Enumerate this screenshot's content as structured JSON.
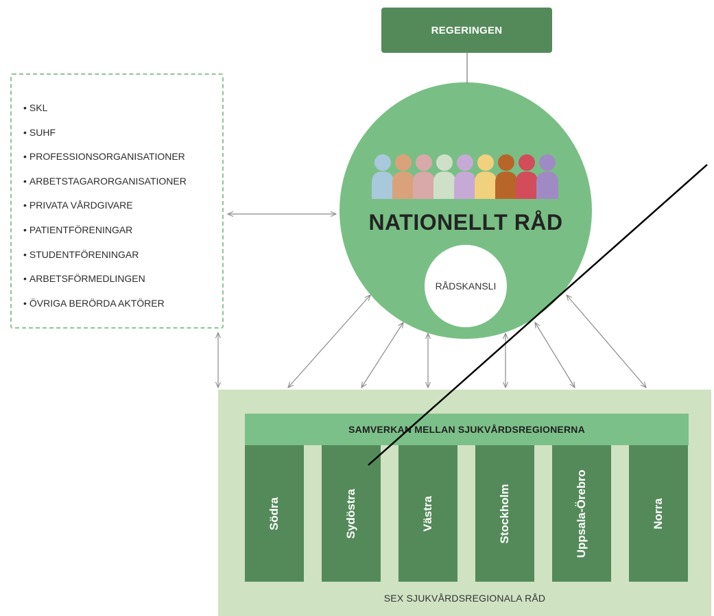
{
  "government": {
    "label": "REGERINGEN"
  },
  "stakeholders": {
    "items": [
      "SKL",
      "SUHF",
      "PROFESSIONSORGANISATIONER",
      "ARBETSTAGARORGANISATIONER",
      "PRIVATA VÅRDGIVARE",
      "PATIENTFÖRENINGAR",
      "STUDENTFÖRENINGAR",
      "ARBETSFÖRMEDLINGEN",
      "ÖVRIGA BERÖRDA AKTÖRER"
    ]
  },
  "national_council": {
    "title": "NATIONELLT RÅD",
    "secretariat": "RÅDSKANSLI",
    "people_colors": [
      "#a8c8dc",
      "#d9a27a",
      "#d9a8a8",
      "#cfe0c9",
      "#c7a9d6",
      "#f1d07e",
      "#b8652a",
      "#d24c5a",
      "#9f8ac4"
    ]
  },
  "regions": {
    "collaboration_title": "SAMVERKAN MELLAN SJUKVÅRDSREGIONERNA",
    "items": [
      "Södra",
      "Sydöstra",
      "Västra",
      "Stockholm",
      "Uppsala-Örebro",
      "Norra"
    ],
    "footer": "SEX SJUKVÅRDSREGIONALA RÅD"
  }
}
